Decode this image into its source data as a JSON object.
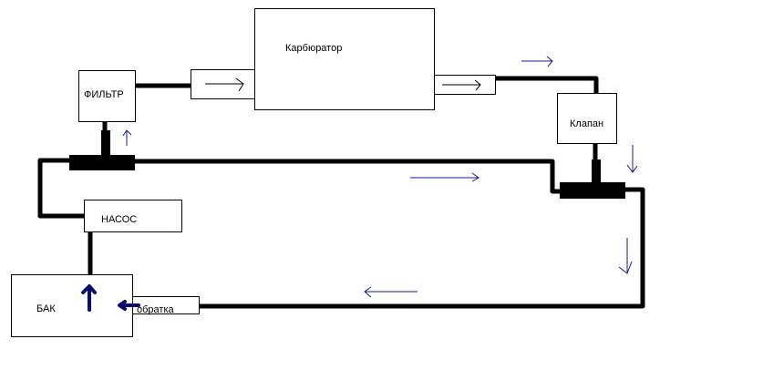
{
  "diagram": {
    "carburetor": "Карбюратор",
    "filter": "ФИЛЬТР",
    "valve": "Клапан",
    "pump": "НАСОС",
    "tank": "БАК",
    "return": "обратка"
  },
  "colors": {
    "pipe": "#000000",
    "flow_arrow": "#1a1a8c"
  }
}
